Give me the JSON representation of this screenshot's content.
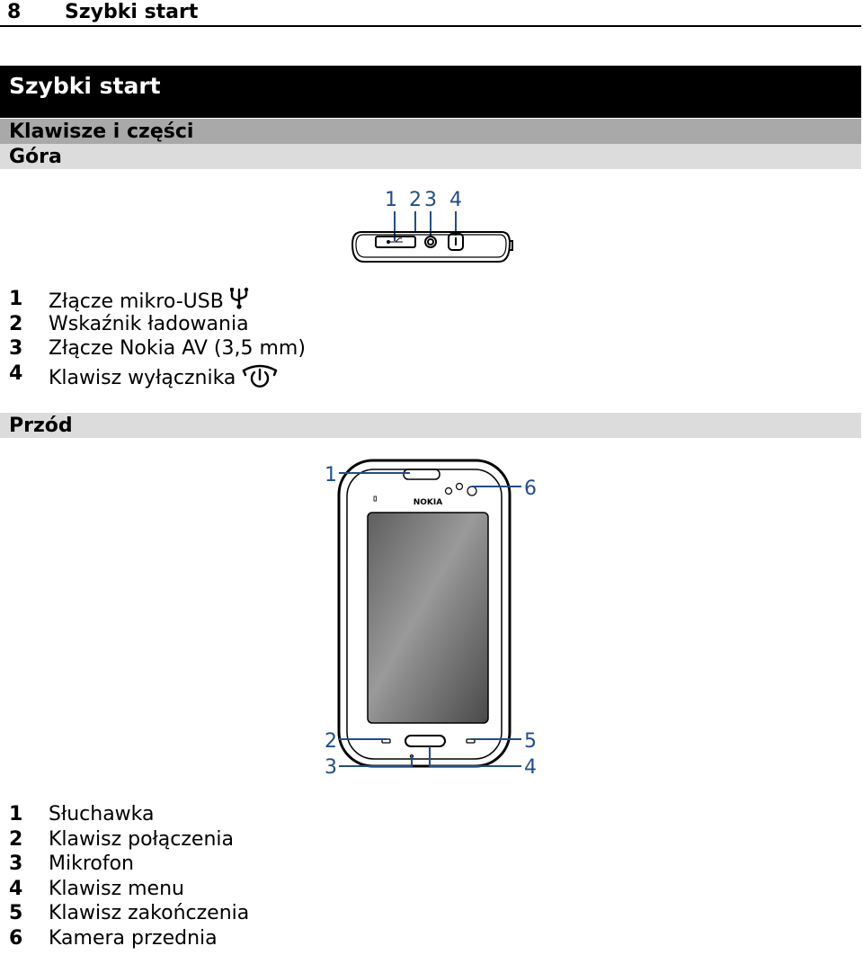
{
  "header": {
    "page_number": "8",
    "running_title": "Szybki start"
  },
  "chapter_title": "Szybki start",
  "section_title": "Klawisze i części",
  "top": {
    "heading": "Góra",
    "callouts": [
      "1",
      "2",
      "3",
      "4"
    ],
    "items": [
      {
        "num": "1",
        "text": "Złącze mikro-USB",
        "icon": "usb-icon"
      },
      {
        "num": "2",
        "text": "Wskaźnik ładowania"
      },
      {
        "num": "3",
        "text": "Złącze Nokia AV (3,5 mm)"
      },
      {
        "num": "4",
        "text": "Klawisz wyłącznika",
        "icon": "power-key-icon"
      }
    ]
  },
  "front": {
    "heading": "Przód",
    "brand": "NOKIA",
    "callouts": [
      "1",
      "6",
      "2",
      "5",
      "3",
      "4"
    ],
    "items": [
      {
        "num": "1",
        "text": "Słuchawka"
      },
      {
        "num": "2",
        "text": "Klawisz połączenia"
      },
      {
        "num": "3",
        "text": "Mikrofon"
      },
      {
        "num": "4",
        "text": "Klawisz menu"
      },
      {
        "num": "5",
        "text": "Klawisz zakończenia"
      },
      {
        "num": "6",
        "text": "Kamera przednia"
      }
    ]
  },
  "colors": {
    "callout": "#1f4e8c",
    "chapter_bar": "#000000",
    "section_bar": "#a9a9a9",
    "subsection_bar": "#dcdcdc"
  }
}
